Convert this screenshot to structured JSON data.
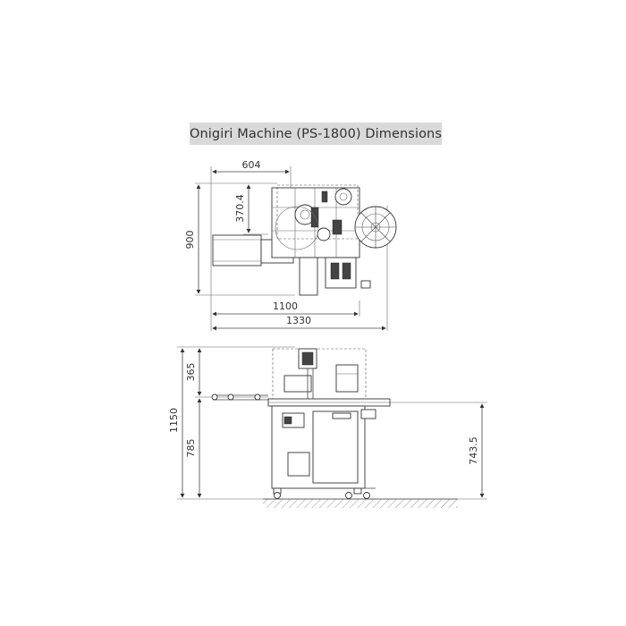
{
  "title": "Onigiri Machine (PS-1800) Dimensions",
  "top_view": {
    "dim_width_upper": "604",
    "dim_depth_part": "370.4",
    "dim_depth_total": "900",
    "dim_width_body": "1100",
    "dim_width_total": "1330"
  },
  "front_view": {
    "dim_top_part": "365",
    "dim_height_total": "1150",
    "dim_table_height": "785",
    "dim_conveyor_height": "743.5"
  },
  "colors": {
    "title_bg": "#d9d9d9",
    "line": "#444444"
  }
}
